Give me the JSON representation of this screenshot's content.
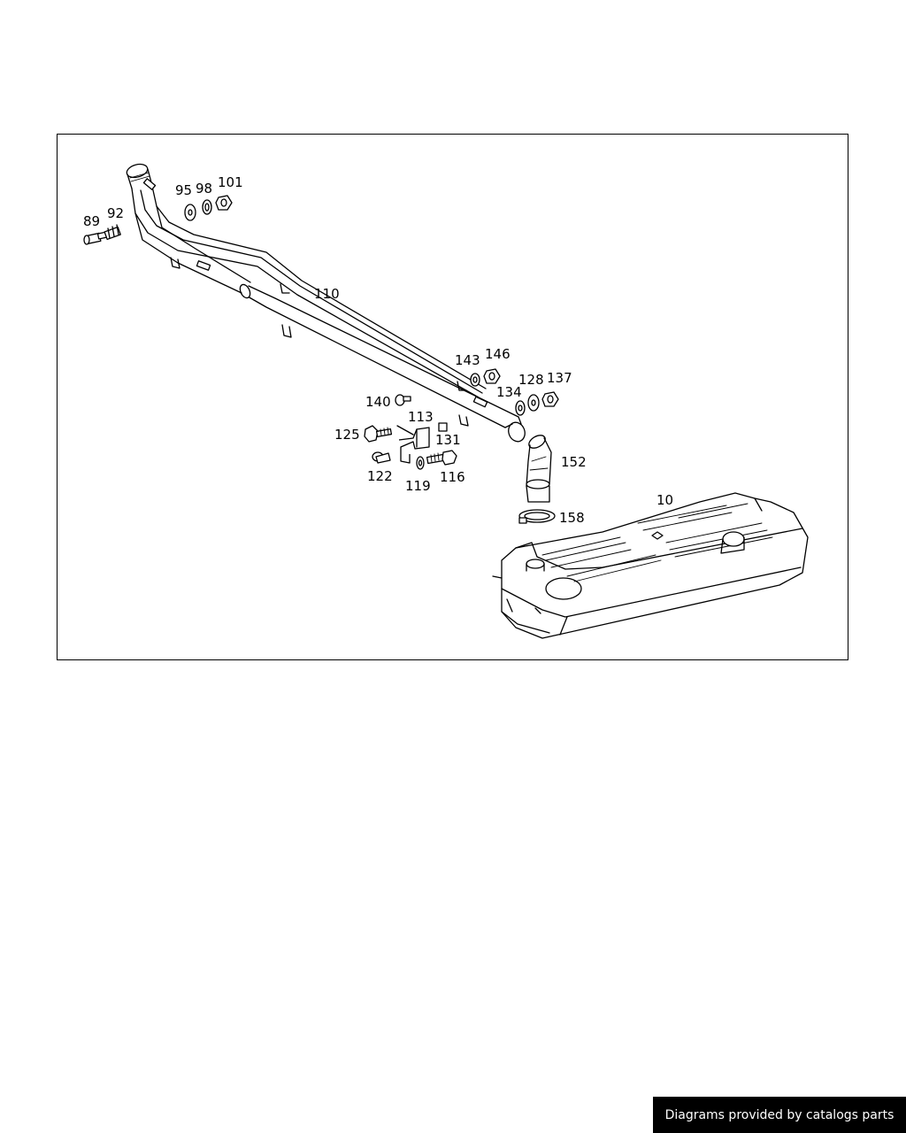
{
  "diagram": {
    "callouts": {
      "p89": "89",
      "p92": "92",
      "p95": "95",
      "p98": "98",
      "p101": "101",
      "p110": "110",
      "p143": "143",
      "p146": "146",
      "p134": "134",
      "p128": "128",
      "p137": "137",
      "p140": "140",
      "p113": "113",
      "p125": "125",
      "p131": "131",
      "p122": "122",
      "p119": "119",
      "p116": "116",
      "p152": "152",
      "p10": "10",
      "p158": "158"
    }
  },
  "footer": {
    "credit": "Diagrams provided by catalogs parts"
  }
}
